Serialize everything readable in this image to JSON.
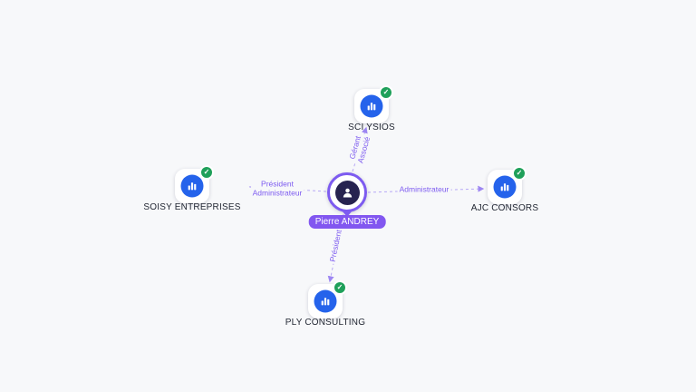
{
  "graph": {
    "center": {
      "name": "Pierre ANDREY"
    },
    "companies": [
      {
        "name": "SCI YSIOS"
      },
      {
        "name": "SOISY ENTREPRISES"
      },
      {
        "name": "AJC CONSORS"
      },
      {
        "name": "PLY CONSULTING"
      }
    ],
    "edges": {
      "top": {
        "line1": "Gérant",
        "line2": "Associé"
      },
      "left": {
        "line1": "Président",
        "line2": "Administrateur"
      },
      "right": {
        "label": "Administrateur"
      },
      "bottom": {
        "label": "Président"
      }
    },
    "colors": {
      "background": "#f7f8fa",
      "accent_purple": "#7d5bf0",
      "edge_purple": "#b7a8f5",
      "company_blue": "#2563eb",
      "check_green": "#1fa05a",
      "person_dark": "#272350"
    }
  }
}
